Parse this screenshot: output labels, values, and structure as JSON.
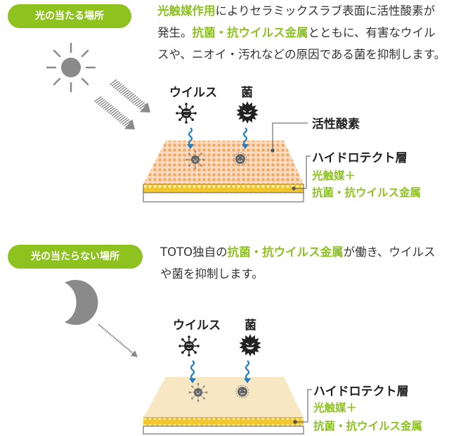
{
  "sections": [
    {
      "tag": "光の当たる場所",
      "desc": [
        [
          {
            "t": "光触媒作用",
            "g": true
          },
          {
            "t": "によりセラミックスラブ表面に活性酸素が",
            "g": false
          }
        ],
        [
          {
            "t": "発生。",
            "g": false
          },
          {
            "t": "抗菌・抗ウイルス金属",
            "g": true
          },
          {
            "t": "とともに、有害なウイル",
            "g": false
          }
        ],
        [
          {
            "t": "スや、ニオイ・汚れなどの原因である菌を抑制します。",
            "g": false
          }
        ]
      ],
      "virus_label": "ウイルス",
      "bacteria_label": "菌",
      "active_oxygen_label": "活性酸素",
      "layer_label": "ハイドロテクト層",
      "layer_sub1": "光触媒＋",
      "layer_sub2": "抗菌・抗ウイルス金属"
    },
    {
      "tag": "光の当たらない場所",
      "desc": [
        [
          {
            "t": "TOTO独自の",
            "g": false
          },
          {
            "t": "抗菌・抗ウイルス金属",
            "g": true
          },
          {
            "t": "が働き、ウイルス",
            "g": false
          }
        ],
        [
          {
            "t": "や菌を抑制します。",
            "g": false
          }
        ]
      ],
      "virus_label": "ウイルス",
      "bacteria_label": "菌",
      "layer_label": "ハイドロテクト層",
      "layer_sub1": "光触媒＋",
      "layer_sub2": "抗菌・抗ウイルス金属"
    }
  ],
  "colors": {
    "accent_green": "#8dc21f",
    "slab_orange": "#fbdcc0",
    "slab_cream": "#f7e7c2",
    "metal_yellow": "#f5d33b",
    "arrow_blue": "#1f7fc6",
    "icon_gray": "#8c8c8c"
  },
  "icons": [
    "sun-icon",
    "moon-icon",
    "virus-icon",
    "bacteria-icon",
    "squiggle-arrow-icon",
    "light-ray-icon"
  ]
}
